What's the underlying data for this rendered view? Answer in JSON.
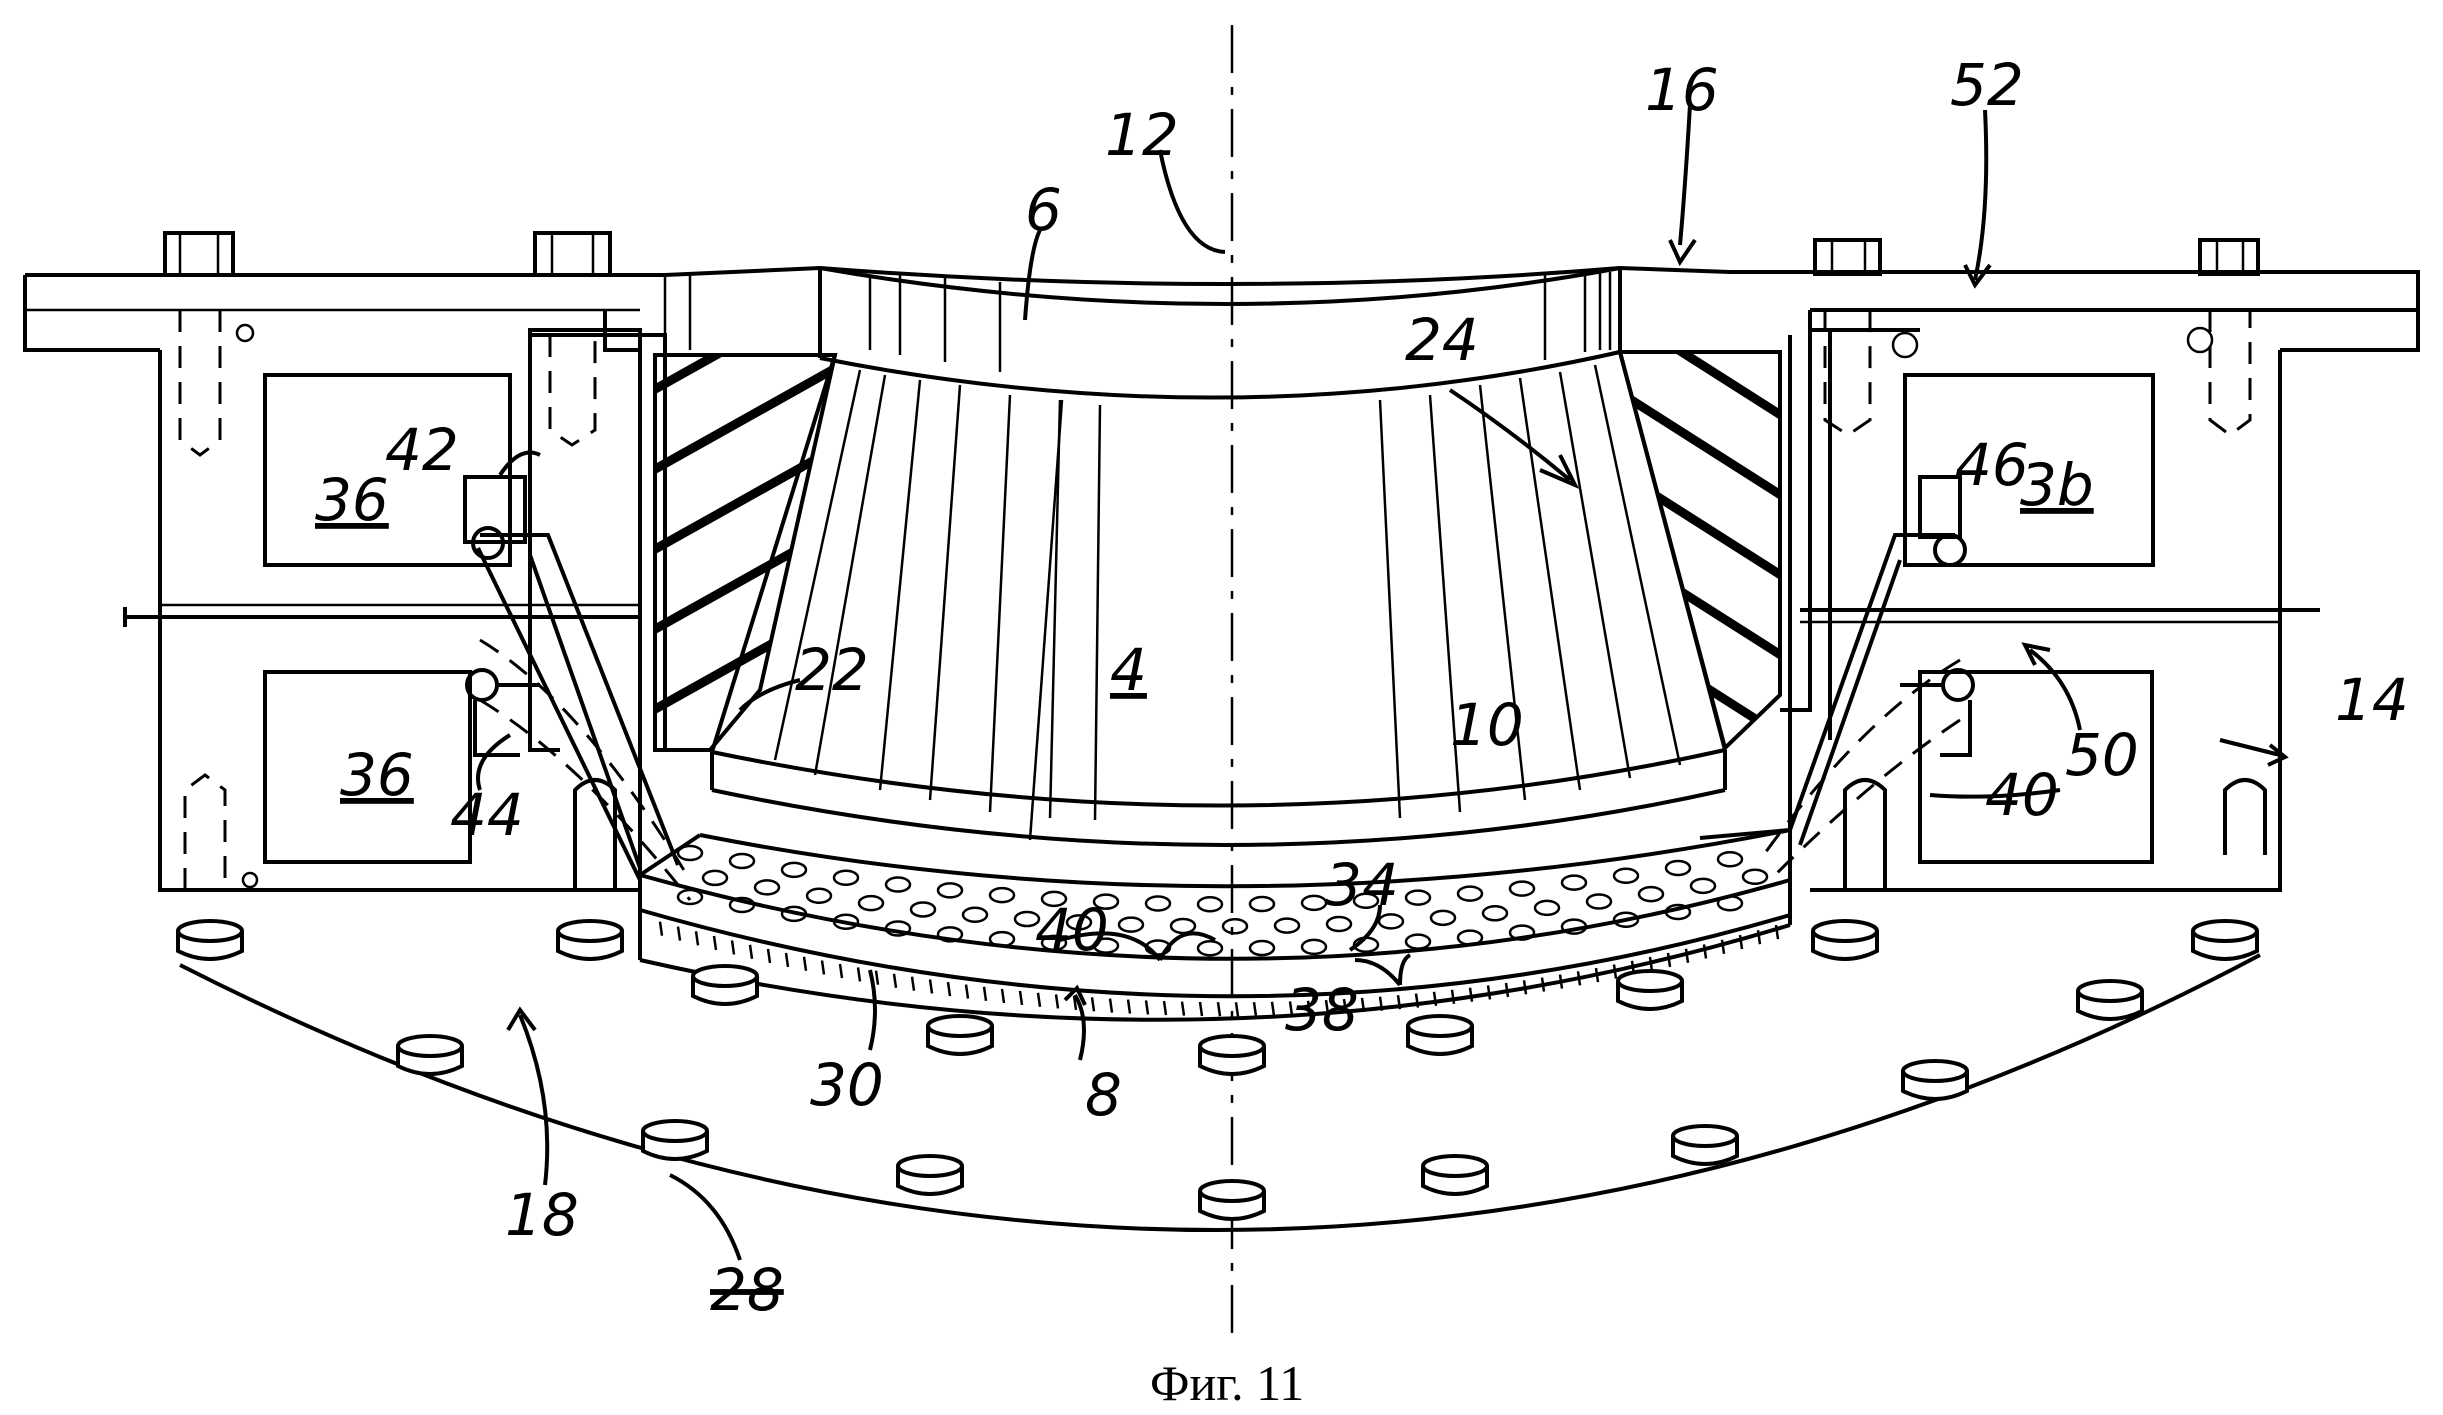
{
  "caption": "Фиг. 11",
  "labels": {
    "l4": "4",
    "l6": "6",
    "l8": "8",
    "l10": "10",
    "l12": "12",
    "l14": "14",
    "l16": "16",
    "l18": "18",
    "l22": "22",
    "l24": "24",
    "l28": "28",
    "l30": "30",
    "l34": "34",
    "l36a": "36",
    "l36b": "36",
    "l36c": "3b",
    "l38": "38",
    "l40a": "40",
    "l40b": "40",
    "l42": "42",
    "l44": "44",
    "l46": "46",
    "l50": "50",
    "l52": "52"
  }
}
